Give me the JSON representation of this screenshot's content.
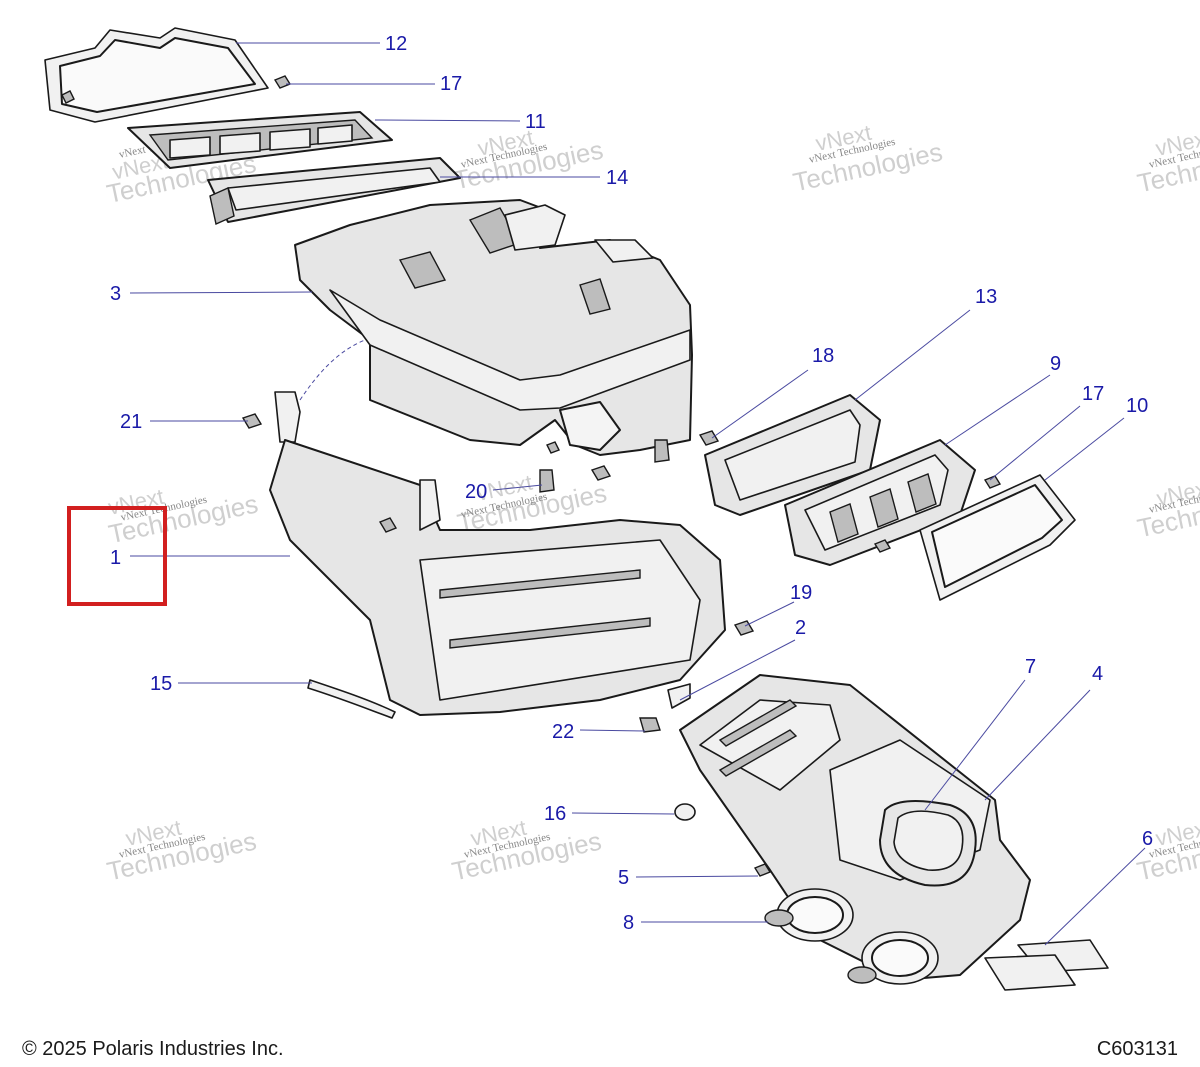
{
  "footer": {
    "copyright": "© 2025 Polaris Industries Inc.",
    "diagram_code": "C603131"
  },
  "watermark": {
    "line1": "vNext Technologies",
    "line2": "vNext",
    "line3": "Technologies"
  },
  "callouts": {
    "c1": "1",
    "c2": "2",
    "c3": "3",
    "c4": "4",
    "c5": "5",
    "c6": "6",
    "c7": "7",
    "c8": "8",
    "c9": "9",
    "c10": "10",
    "c11": "11",
    "c12": "12",
    "c13": "13",
    "c14": "14",
    "c15": "15",
    "c16": "16",
    "c17a": "17",
    "c17b": "17",
    "c18": "18",
    "c19": "19",
    "c20": "20",
    "c21": "21",
    "c22": "22"
  },
  "highlight_color": "#d21f1f",
  "callout_color": "#1a1aa8"
}
